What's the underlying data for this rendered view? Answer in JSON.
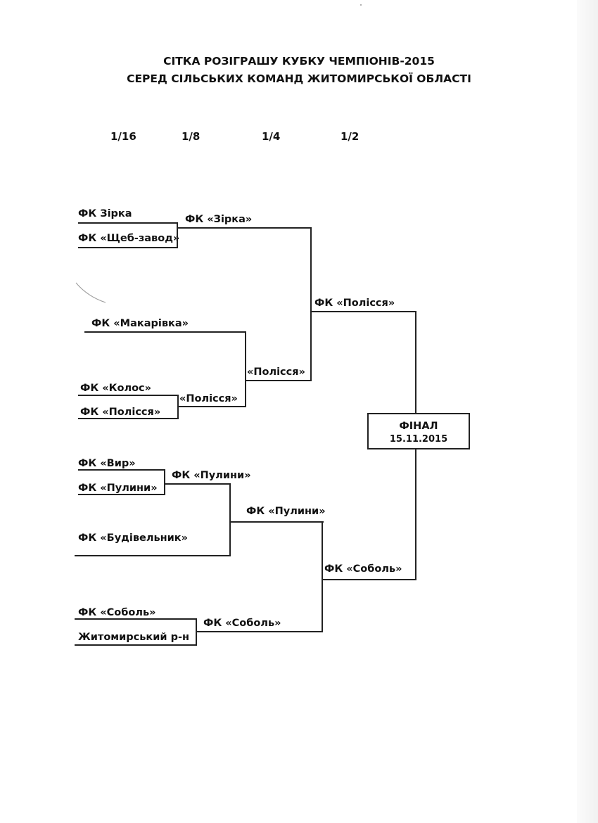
{
  "title": {
    "line1": "СІТКА РОЗІГРАШУ КУБКУ ЧЕМПІОНІВ-2015",
    "line2": "СЕРЕД СІЛЬСЬКИХ КОМАНД ЖИТОМИРСЬКОЇ ОБЛАСТІ"
  },
  "rounds": [
    "1/16",
    "1/8",
    "1/4",
    "1/2"
  ],
  "bracket": {
    "r16": [
      "ФК Зірка",
      "ФК «Щеб-завод»",
      "ФК «Колос»",
      "ФК «Полісся»",
      "ФК «Вир»",
      "ФК «Пулини»",
      "ФК «Соболь»",
      "Житомирський р-н"
    ],
    "r8": [
      "ФК «Зірка»",
      "ФК «Макарівка»",
      "«Полісся»",
      "ФК «Пулини»",
      "ФК «Будівельник»",
      "ФК «Соболь»"
    ],
    "r4": [
      "«Полісся»",
      "ФК «Пулини»"
    ],
    "r2": [
      "ФК «Полісся»",
      "ФК «Соболь»"
    ]
  },
  "final": {
    "title": "ФІНАЛ",
    "date": "15.11.2015"
  }
}
